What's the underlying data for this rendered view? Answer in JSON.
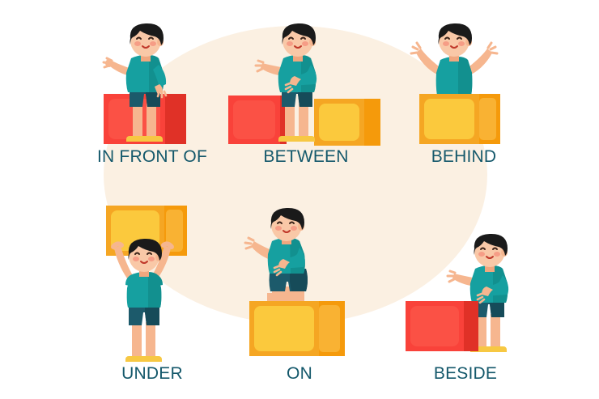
{
  "poster": {
    "title": "Prepositions of place illustration",
    "background_color": "#ffffff",
    "ellipse_color": "#fbf0e2",
    "caption_color": "#14586b"
  },
  "palette": {
    "red_front": "#f9423a",
    "red_inner": "#fb5145",
    "red_side": "#e03127",
    "yellow_front": "#f5a623",
    "yellow_inner": "#fbc93d",
    "yellow_side": "#f59a0b",
    "shirt_teal": "#16a0a0",
    "shirt_teal_dark": "#108c8c",
    "shorts_navy": "#1c5a6b",
    "shorts_navy_dark": "#164b59",
    "skin": "#f6b68f",
    "skin_light": "#f9c8a7",
    "hair": "#1a1a1a",
    "shoe_yellow": "#f7c843",
    "shoe_red": "#e8352b",
    "cheek": "#f58a78"
  },
  "scenes": [
    {
      "id": "in-front-of",
      "caption": "IN FRONT OF",
      "box_color": "red",
      "boy_pose": "standing-wave",
      "shoe_color": "yellow",
      "relation": "boy stands in front of the red box"
    },
    {
      "id": "between",
      "caption": "BETWEEN",
      "box_color": "red-and-yellow",
      "boy_pose": "standing-arm-out",
      "shoe_color": "yellow",
      "relation": "boy stands between a red box and a yellow box"
    },
    {
      "id": "behind",
      "caption": "BEHIND",
      "box_color": "yellow",
      "boy_pose": "both-arms-up",
      "shoe_color": "none",
      "relation": "boy stands behind the yellow box"
    },
    {
      "id": "under",
      "caption": "UNDER",
      "box_color": "yellow",
      "boy_pose": "holding-box-overhead",
      "shoe_color": "yellow",
      "relation": "boy stands under the yellow box"
    },
    {
      "id": "on",
      "caption": "ON",
      "box_color": "yellow",
      "boy_pose": "sitting",
      "shoe_color": "red",
      "relation": "boy sits on the yellow box"
    },
    {
      "id": "beside",
      "caption": "BESIDE",
      "box_color": "red",
      "boy_pose": "standing-wave",
      "shoe_color": "yellow",
      "relation": "boy stands beside the red box"
    }
  ]
}
